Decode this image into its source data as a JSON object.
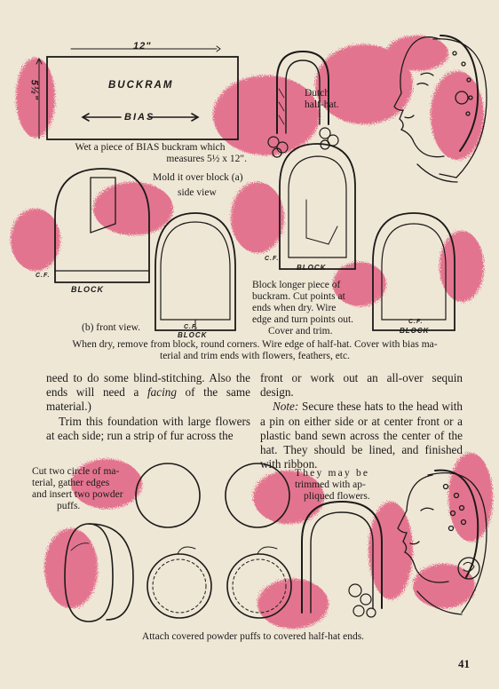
{
  "diagram_labels": {
    "width_mark": "12\"",
    "height_mark": "5½\"",
    "buckram": "BUCKRAM",
    "bias": "BIAS",
    "dutch_half_hat": [
      "Dutch",
      "half-hat."
    ],
    "block_1": "BLOCK",
    "block_2": "BLOCK",
    "block_3": "BLOCK",
    "block_4": "BLOCK",
    "cf": "C.F.",
    "cf_2": "C.F.",
    "cf_3": "C.F.",
    "cf_4": "C.F."
  },
  "captions": {
    "wet_bias": [
      "Wet a piece of BIAS buckram which",
      "measures 5½ x 12\"."
    ],
    "mold_over": [
      "Mold it over block (a)",
      "side view"
    ],
    "front_view": "(b) front view.",
    "block_longer": [
      "Block longer piece of",
      "buckram. Cut points at",
      "ends when dry. Wire",
      "edge and turn points out.",
      "Cover and trim."
    ],
    "when_dry": [
      "When dry, remove from block, round corners. Wire edge of half-hat. Cover with bias ma-",
      "terial and trim ends with flowers, feathers, etc."
    ],
    "cut_two": [
      "Cut two circle of ma-",
      "terial, gather edges",
      "and insert two powder",
      "puffs."
    ],
    "may_be_trimmed": [
      "They may be",
      "trimmed with ap-",
      "pliqued flowers."
    ],
    "attach": "Attach covered powder puffs to covered half-hat ends."
  },
  "body_text": {
    "left_p1": "need to do some blind-stitching. Also the ends will need a facing of the same material.)",
    "left_p2": "Trim this foundation with large flowers at each side; run a strip of fur across the",
    "right_p1": "front or work out an all-over sequin design.",
    "right_note_label": "Note:",
    "right_p2": "Secure these hats to the head with a pin on either side or at center front or a plastic band sewn across the center of the hat. They should be lined, and finished with ribbon."
  },
  "page_number": "41",
  "colors": {
    "paper": "#efe7d6",
    "ink": "#1b1a18",
    "accent_pink": "#e0557c"
  }
}
